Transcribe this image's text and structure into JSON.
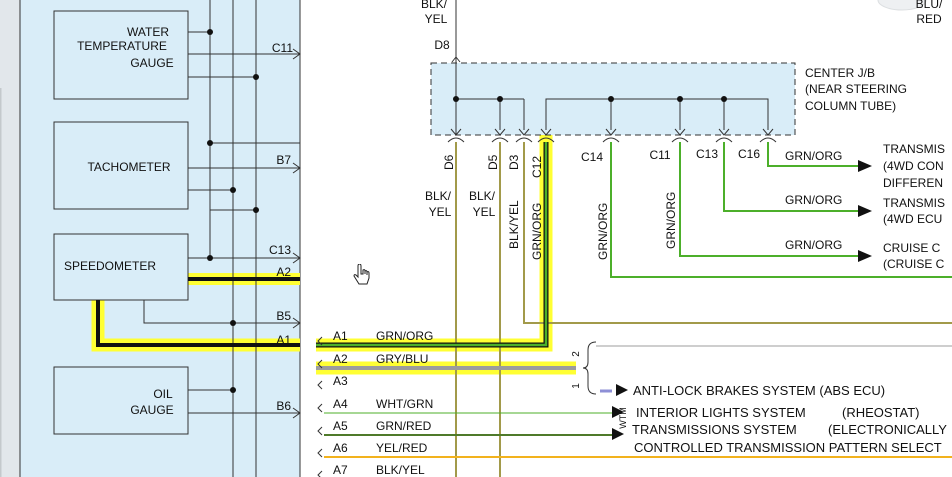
{
  "colors": {
    "panel_bg": "#d9edf8",
    "highlight": "#ffff33",
    "green": "#4caf2a",
    "olive": "#a29a4a",
    "gray": "#9c9c9c",
    "blue_lavender": "#8e8fd6"
  },
  "gauges": {
    "water_temp": [
      "WATER",
      "TEMPERATURE",
      "GAUGE"
    ],
    "tachometer": "TACHOMETER",
    "speedometer": "SPEEDOMETER",
    "oil": [
      "OIL",
      "GAUGE"
    ]
  },
  "cluster_pins": {
    "c11": "C11",
    "b7": "B7",
    "c13": "C13",
    "a2": "A2",
    "b5": "B5",
    "a1": "A1",
    "b6": "B6"
  },
  "junction_block": {
    "title": [
      "CENTER J/B",
      "(NEAR STEERING",
      "COLUMN TUBE)"
    ],
    "d8": "D8",
    "pins": [
      "D6",
      "D5",
      "D3",
      "C12",
      "C14",
      "C11",
      "C13",
      "C16"
    ]
  },
  "top_labels": {
    "left": [
      "BLK/",
      "YEL"
    ],
    "right": [
      "BLU/",
      "RED"
    ]
  },
  "vertical_wire_labels": {
    "d6": [
      "BLK/",
      "YEL"
    ],
    "d5": [
      "BLK/",
      "YEL"
    ],
    "d3": "BLK/YEL",
    "c12": "GRN/ORG",
    "c14": "GRN/ORG",
    "c11": "GRN/ORG"
  },
  "right_wires": [
    {
      "label": "GRN/ORG",
      "dest": [
        "TRANSMIS",
        "(4WD CON",
        "DIFFEREN"
      ]
    },
    {
      "label": "GRN/ORG",
      "dest": [
        "TRANSMIS",
        "(4WD ECU"
      ]
    },
    {
      "label": "GRN/ORG",
      "dest": [
        "CRUISE C",
        "(CRUISE C"
      ]
    }
  ],
  "connector_rows": [
    {
      "pin": "A1",
      "color": "GRN/ORG"
    },
    {
      "pin": "A2",
      "color": "GRY/BLU"
    },
    {
      "pin": "A3",
      "color": ""
    },
    {
      "pin": "A4",
      "color": "WHT/GRN"
    },
    {
      "pin": "A5",
      "color": "GRN/RED"
    },
    {
      "pin": "A6",
      "color": "YEL/RED"
    },
    {
      "pin": "A7",
      "color": "BLK/YEL"
    }
  ],
  "brace_nums": {
    "top": "2",
    "bottom": "1"
  },
  "destinations": {
    "abs": "ANTI-LOCK BRAKES SYSTEM (ABS ECU)",
    "interior": "INTERIOR LIGHTS SYSTEM",
    "rheostat": "(RHEOSTAT)",
    "trans": "TRANSMISSIONS SYSTEM",
    "electronically": "(ELECTRONICALLY",
    "controlled": "CONTROLLED TRANSMISSION PATTERN SELECT",
    "wtm": "WTM"
  }
}
